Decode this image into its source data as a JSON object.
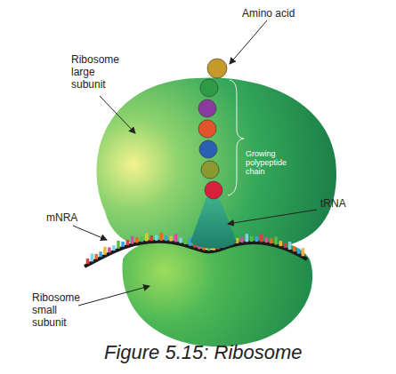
{
  "diagram": {
    "caption": "Figure 5.15: Ribosome",
    "labels": [
      "Amino acid",
      "Ribosome large subunit",
      "Growing polypeptide chain",
      "tRNA",
      "mNRA",
      "Ribosome small subunit"
    ]
  }
}
